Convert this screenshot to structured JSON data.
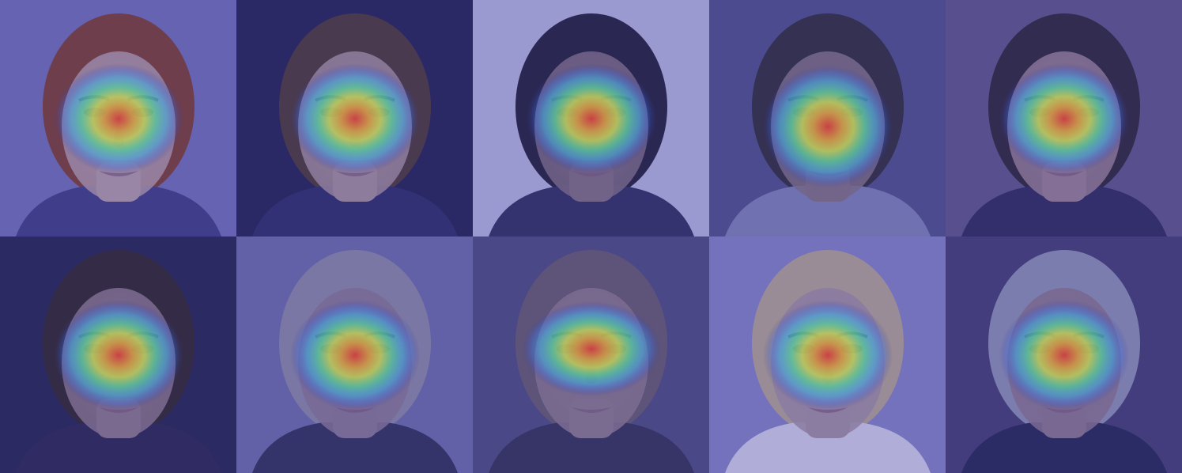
{
  "figure": {
    "description_type": "grid of face photos with saliency heatmap overlays",
    "rows": 2,
    "columns": 5,
    "overlay_colormap": [
      "#2a2a8a",
      "#2f78ff",
      "#33d6ff",
      "#58ff92",
      "#e8ff3a",
      "#ffb21f",
      "#ff3b1a"
    ],
    "tint_color": "#4b4aa8"
  },
  "tiles": [
    {
      "id": 1,
      "bg": "#6f6db6",
      "hair": "#7d3a2a",
      "skin": "#b79ca5",
      "clothing": "#3c3980",
      "focus": "nose-eyes"
    },
    {
      "id": 2,
      "bg": "#1e1c4d",
      "hair": "#4a342d",
      "skin": "#a88f99",
      "clothing": "#2a2862",
      "focus": "nose-eyes"
    },
    {
      "id": 3,
      "bg": "#b9b7e0",
      "hair": "#1e1b32",
      "skin": "#806b7b",
      "clothing": "#2b2a5a",
      "focus": "nose-eyes"
    },
    {
      "id": 4,
      "bg": "#4e4b85",
      "hair": "#2d2732",
      "skin": "#83707f",
      "clothing": "#7e80b5",
      "focus": "nose-mouth"
    },
    {
      "id": 5,
      "bg": "#5d5384",
      "hair": "#2a2030",
      "skin": "#9a7f8f",
      "clothing": "#2a2456",
      "focus": "nose-eyes"
    },
    {
      "id": 6,
      "bg": "#211e47",
      "hair": "#2b2020",
      "skin": "#8e7685",
      "clothing": "#262149",
      "focus": "nose-eyes"
    },
    {
      "id": 7,
      "bg": "#6b69a7",
      "hair": "#8c88a3",
      "skin": "#8a7690",
      "clothing": "#2b2a52",
      "focus": "nose-eyes"
    },
    {
      "id": 8,
      "bg": "#4c477b",
      "hair": "#665868",
      "skin": "#8d7888",
      "clothing": "#302c4e",
      "focus": "eyes-brow"
    },
    {
      "id": 9,
      "bg": "#8481c4",
      "hair": "#b7a58f",
      "skin": "#a48f9f",
      "clothing": "#d7d3ea",
      "focus": "nose-eyes"
    },
    {
      "id": 10,
      "bg": "#40376c",
      "hair": "#8e90b1",
      "skin": "#8b7489",
      "clothing": "#1f1f4c",
      "focus": "nose-eyes"
    }
  ]
}
